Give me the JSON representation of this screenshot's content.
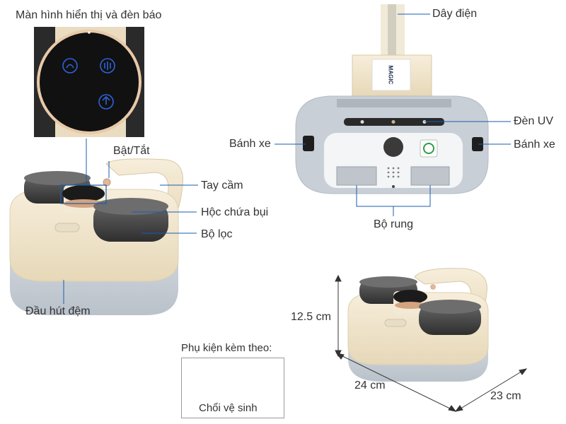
{
  "colors": {
    "cream": "#f1e6cd",
    "cream_dark": "#e2d2b0",
    "grey_base": "#c7ced6",
    "smoke": "#4a4a4a",
    "leader": "#1a5db0",
    "glow": "#2f62d8"
  },
  "labels": {
    "display": "Màn hình hiển thị và đèn báo",
    "power": "Bật/Tắt",
    "handle": "Tay cầm",
    "dust_box": "Hộc chứa bụi",
    "filter": "Bộ lọc",
    "nozzle": "Đầu hút đệm",
    "cord": "Dây điện",
    "uv_lamp": "Đèn UV",
    "wheel_left": "Bánh xe",
    "wheel_right": "Bánh xe",
    "vibrator": "Bộ rung"
  },
  "accessories": {
    "title": "Phụ kiện kèm theo:",
    "brush": "Chổi vệ sinh"
  },
  "dimensions": {
    "height": "12.5 cm",
    "length": "24 cm",
    "width": "23 cm"
  },
  "brand": "MAGIC"
}
